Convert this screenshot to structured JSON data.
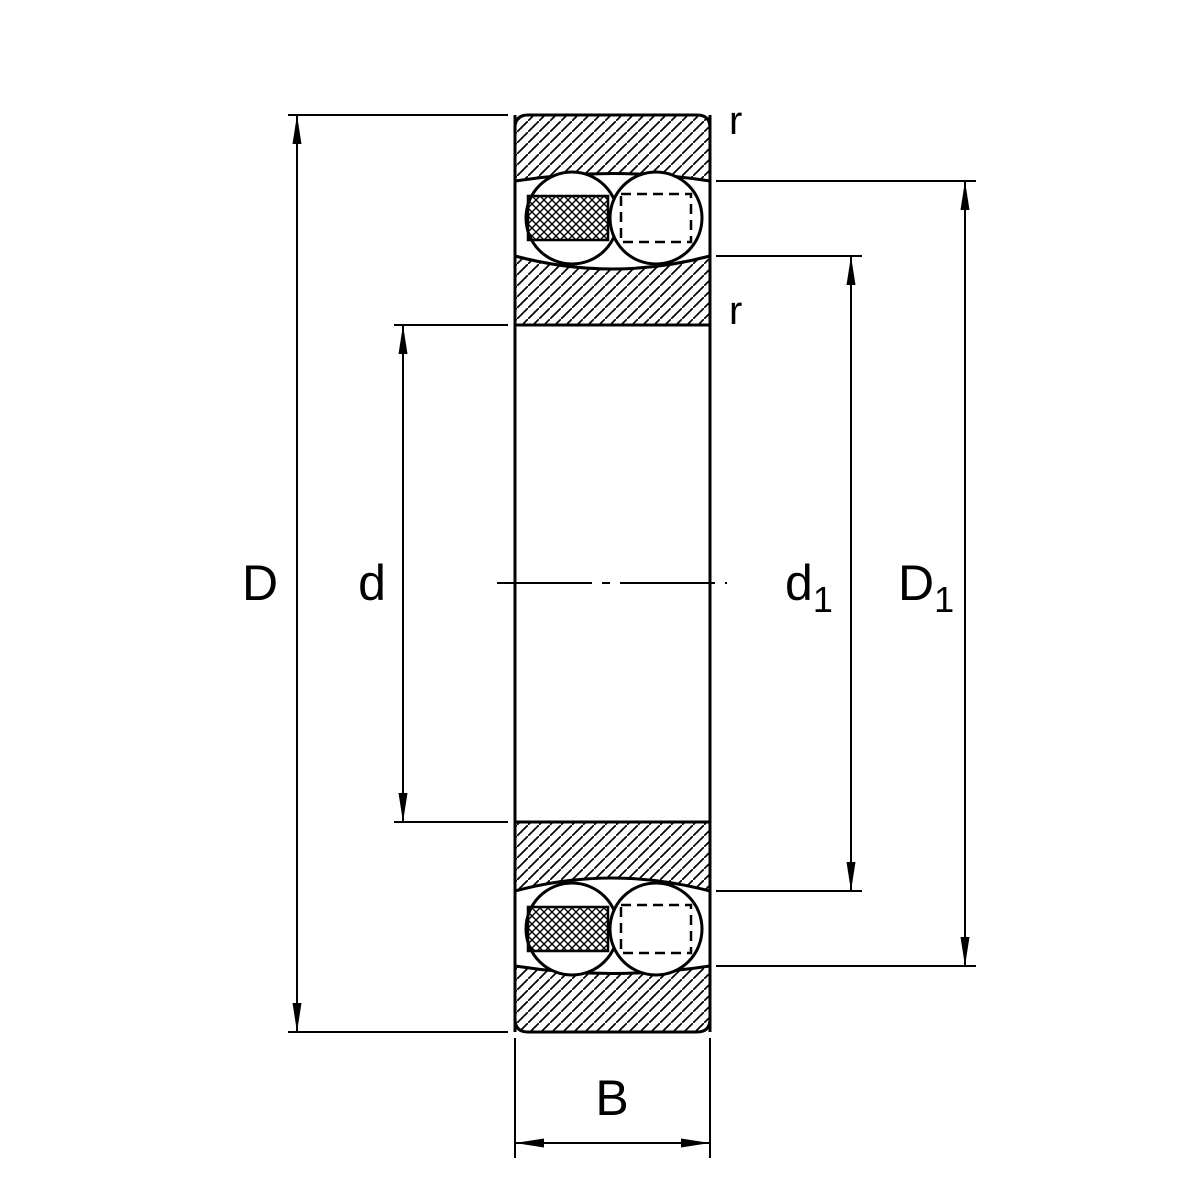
{
  "diagram": {
    "type": "bearing-cross-section",
    "labels": {
      "outer_diameter": "D",
      "bore_diameter": "d",
      "inner_ring_shoulder": {
        "base": "d",
        "sub": "1"
      },
      "outer_ring_shoulder": {
        "base": "D",
        "sub": "1"
      },
      "width": "B",
      "chamfer_outer": "r",
      "chamfer_inner": "r"
    },
    "colors": {
      "line": "#000000",
      "background": "#ffffff"
    }
  }
}
